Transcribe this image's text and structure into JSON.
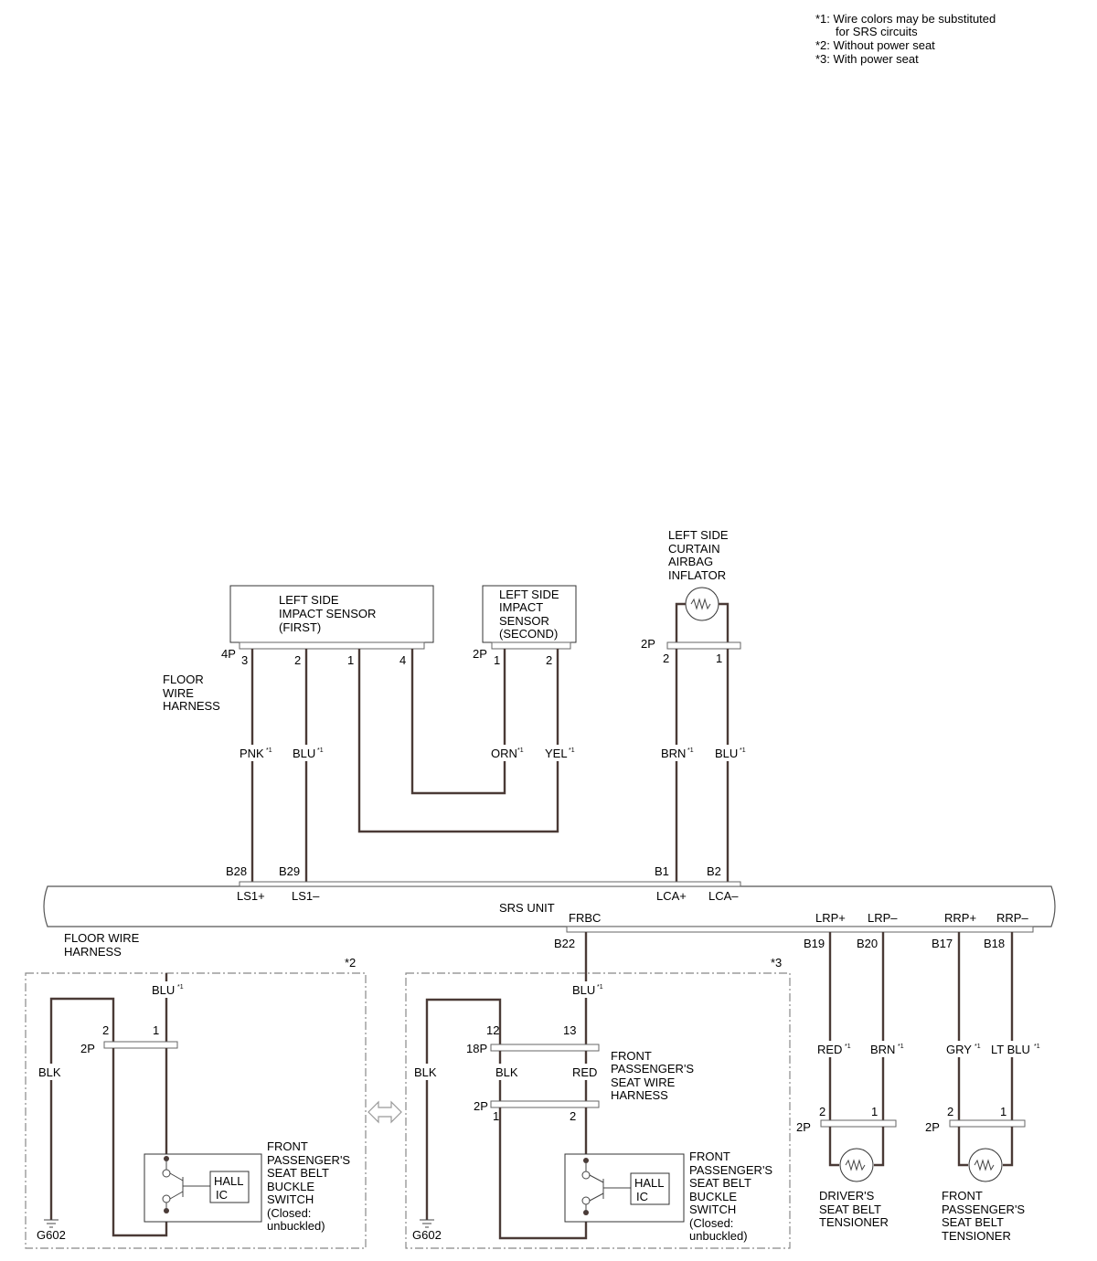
{
  "notes": {
    "n1": "*1: Wire colors may be substituted",
    "n1b": "for SRS circuits",
    "n2": "*2: Without power seat",
    "n3": "*3: With power seat"
  },
  "components": {
    "ls_first": [
      "LEFT SIDE",
      "IMPACT SENSOR",
      "(FIRST)"
    ],
    "ls_second": [
      "LEFT SIDE",
      "IMPACT",
      "SENSOR",
      "(SECOND)"
    ],
    "curtain": [
      "LEFT SIDE",
      "CURTAIN",
      "AIRBAG",
      "INFLATOR"
    ],
    "srs_unit": "SRS UNIT",
    "floor_harness_top": [
      "FLOOR",
      "WIRE",
      "HARNESS"
    ],
    "floor_harness_bottom": [
      "FLOOR WIRE",
      "HARNESS"
    ],
    "buckle_switch": [
      "FRONT",
      "PASSENGER'S",
      "SEAT BELT",
      "BUCKLE",
      "SWITCH",
      "(Closed:",
      "unbuckled)"
    ],
    "seat_wire_harness": [
      "FRONT",
      "PASSENGER'S",
      "SEAT WIRE",
      "HARNESS"
    ],
    "drv_tensioner": [
      "DRIVER'S",
      "SEAT BELT",
      "TENSIONER"
    ],
    "pas_tensioner": [
      "FRONT",
      "PASSENGER'S",
      "SEAT BELT",
      "TENSIONER"
    ],
    "hall": [
      "HALL",
      "IC"
    ],
    "ground": "G602",
    "note2": "*2",
    "note3": "*3"
  },
  "connectors": {
    "4p": "4P",
    "2p": "2P",
    "18p": "18P"
  },
  "pins": {
    "p1": "1",
    "p2": "2",
    "p3": "3",
    "p4": "4",
    "p12": "12",
    "p13": "13"
  },
  "terminals": {
    "B28": "B28",
    "B29": "B29",
    "B1": "B1",
    "B2": "B2",
    "B22": "B22",
    "B19": "B19",
    "B20": "B20",
    "B17": "B17",
    "B18": "B18",
    "LS1p": "LS1+",
    "LS1m": "LS1–",
    "LCAp": "LCA+",
    "LCAm": "LCA–",
    "FRBC": "FRBC",
    "LRPp": "LRP+",
    "LRPm": "LRP–",
    "RRPp": "RRP+",
    "RRPm": "RRP–"
  },
  "wires": {
    "PNK": "PNK",
    "BLU": "BLU",
    "ORN": "ORN",
    "YEL": "YEL",
    "BRN": "BRN",
    "BLK": "BLK",
    "RED": "RED",
    "GRY": "GRY",
    "LTBLU": "LT BLU",
    "star1": "*1"
  }
}
